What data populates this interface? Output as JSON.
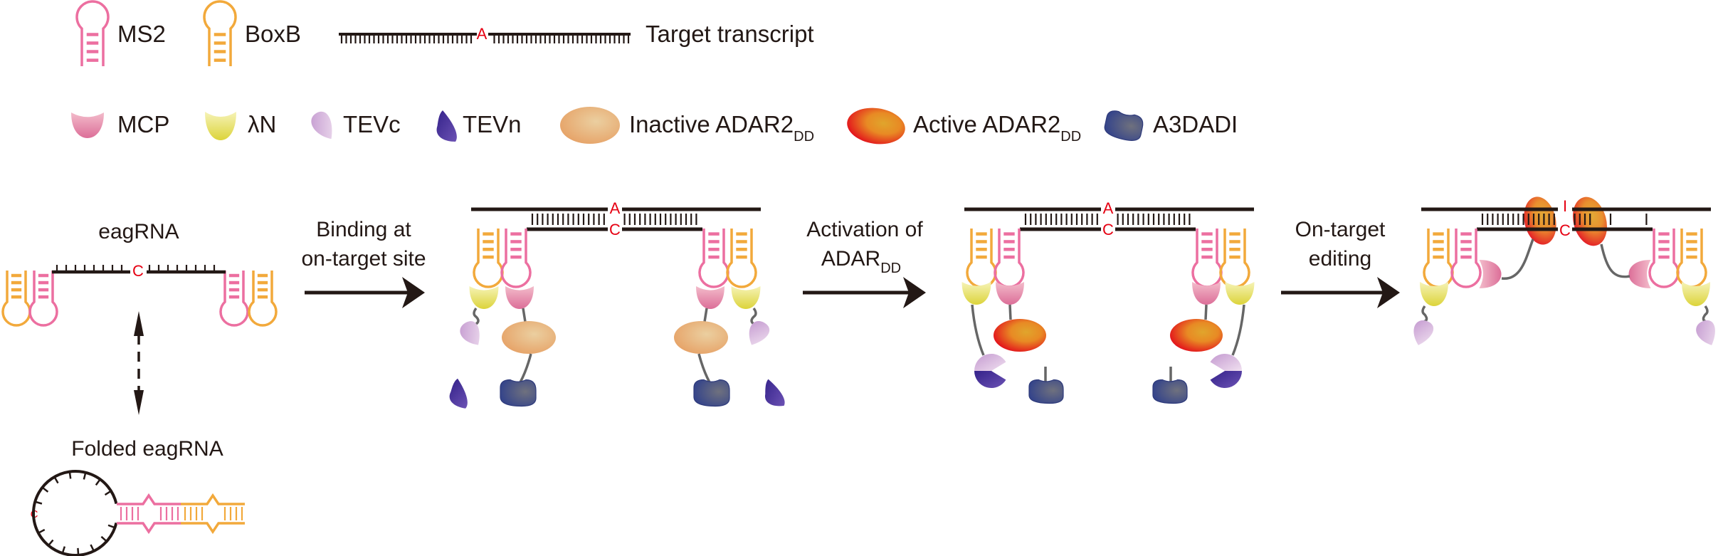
{
  "legend": {
    "ms2": "MS2",
    "boxb": "BoxB",
    "target_letter": "A",
    "target_transcript": "Target transcript",
    "mcp": "MCP",
    "lambda_n": "λN",
    "tevc": "TEVc",
    "tevn": "TEVn",
    "inactive_adar": "Inactive ADAR2",
    "inactive_sub": "DD",
    "active_adar": "Active ADAR2",
    "active_sub": "DD",
    "a3dadi": "A3DADI"
  },
  "panels": {
    "eagrna": {
      "title": "eagRNA",
      "letter": "C"
    },
    "binding": {
      "letter_top": "A",
      "letter_bottom": "C"
    },
    "activated": {
      "letter_top": "A",
      "letter_bottom": "C"
    },
    "edited": {
      "letter_top": "I",
      "letter_bottom": "C"
    },
    "folded": {
      "title": "Folded eagRNA",
      "letter": "C"
    }
  },
  "arrows": {
    "step1_line1": "Binding at",
    "step1_line2": "on-target site",
    "step2_line1": "Activation of",
    "step2_line2": "ADAR",
    "step2_sub": "DD",
    "step3_line1": "On-target",
    "step3_line2": "editing"
  },
  "colors": {
    "ms2": "#ec6fa0",
    "boxb": "#f2a93b",
    "nucleotide": "#e60012",
    "strand": "#231815",
    "linker": "#666666"
  }
}
